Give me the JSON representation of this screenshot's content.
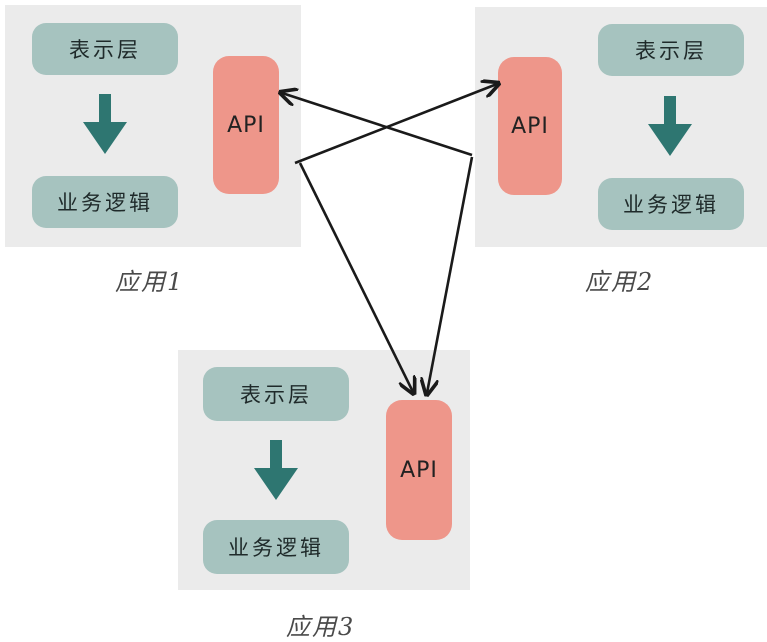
{
  "colors": {
    "app_box": "#ebebeb",
    "layer": "#a6c3bf",
    "api": "#ee968a",
    "arrow_down": "#2e7671",
    "connector": "#1a1a1a"
  },
  "apps": [
    {
      "caption": "应用1",
      "presentation_label": "表示层",
      "business_label": "业务逻辑",
      "api_label": "API"
    },
    {
      "caption": "应用2",
      "presentation_label": "表示层",
      "business_label": "业务逻辑",
      "api_label": "API"
    },
    {
      "caption": "应用3",
      "presentation_label": "表示层",
      "business_label": "业务逻辑",
      "api_label": "API"
    }
  ],
  "connections": [
    {
      "from": "应用2",
      "to": "应用1"
    },
    {
      "from": "应用1",
      "to": "应用2"
    },
    {
      "from": "应用1",
      "to": "应用3"
    },
    {
      "from": "应用2",
      "to": "应用3"
    }
  ]
}
